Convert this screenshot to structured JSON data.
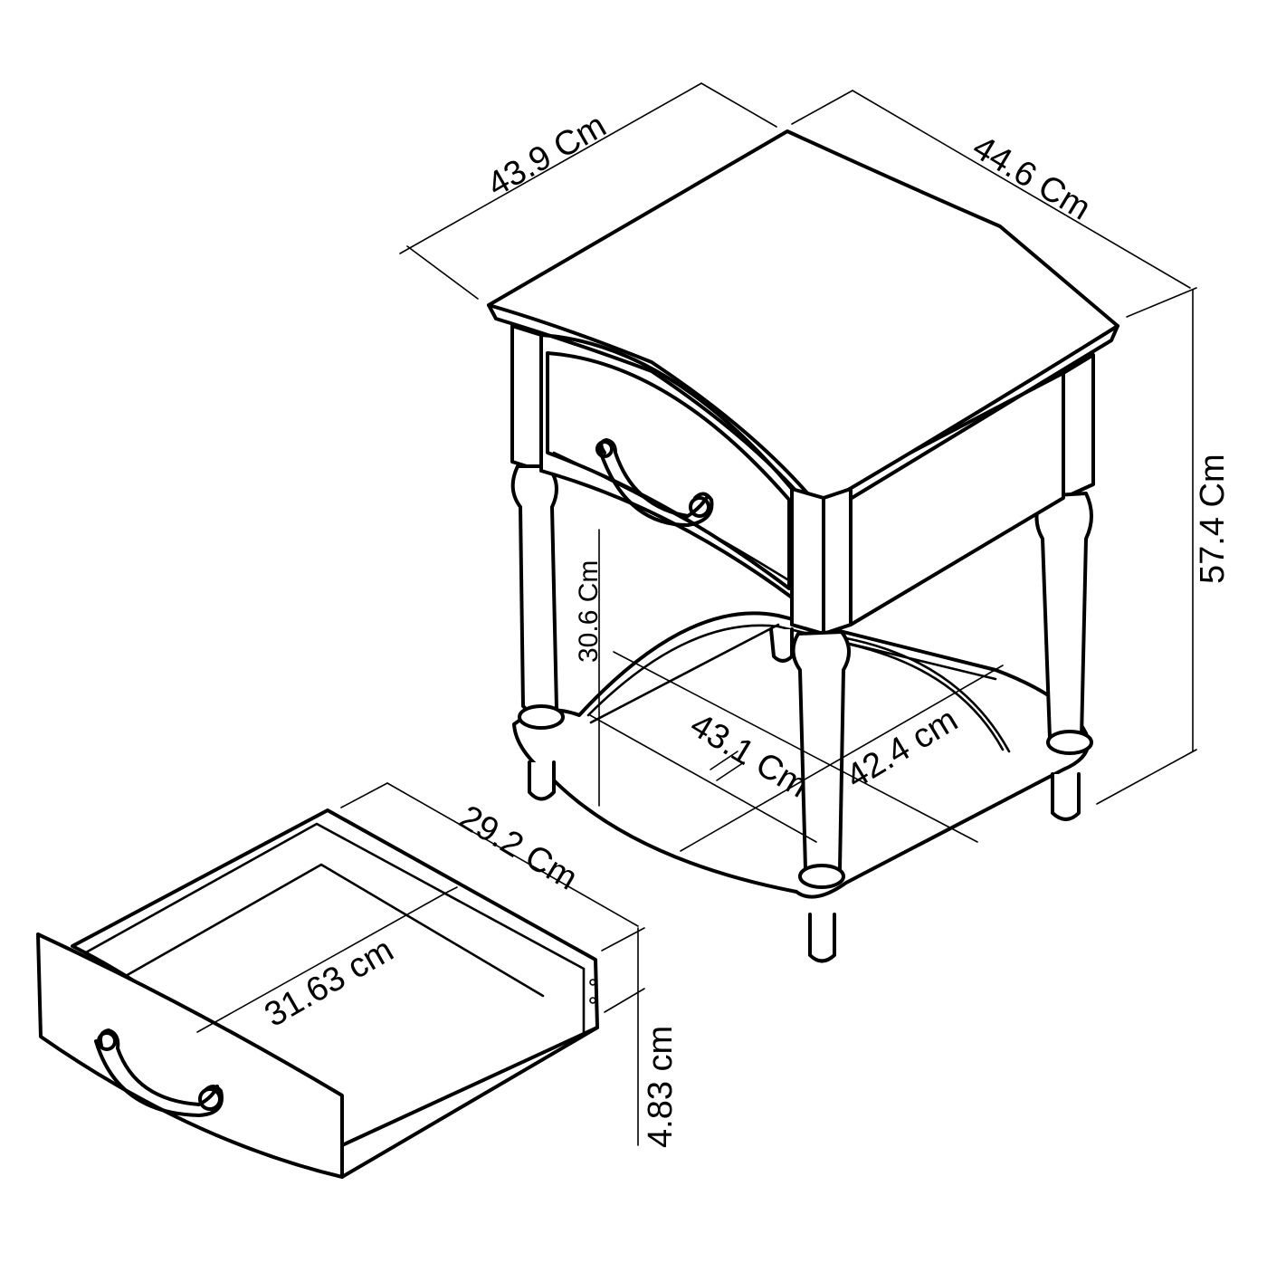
{
  "dimensions": {
    "table_depth": "43.9 Cm",
    "table_width": "44.6 Cm",
    "table_height": "57.4 Cm",
    "shelf_clearance": "30.6 Cm",
    "shelf_depth": "43.1 Cm",
    "shelf_width": "42.4 cm",
    "drawer_depth": "29.2 Cm",
    "drawer_width": "31.63 cm",
    "drawer_height": "4.83 cm"
  }
}
